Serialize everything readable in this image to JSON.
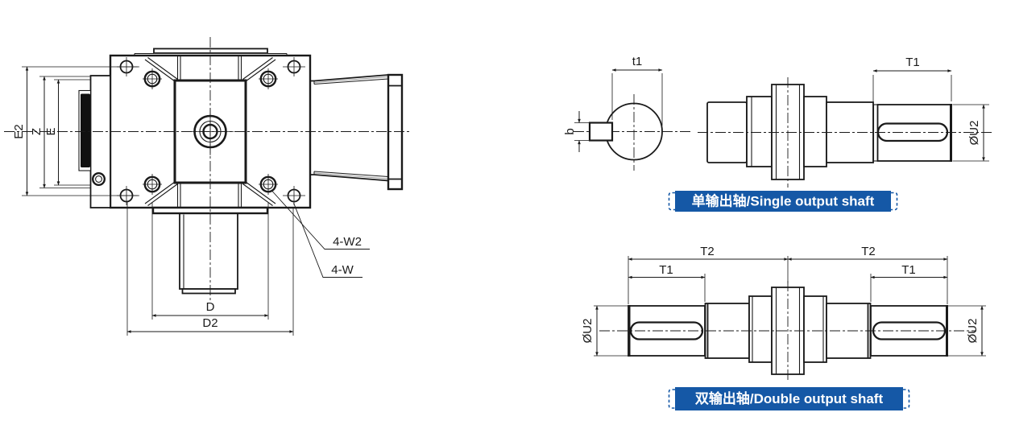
{
  "colors": {
    "accent_blue": "#1558a6",
    "line": "#1a1a1a"
  },
  "gearbox_view": {
    "dim_e2": "E2",
    "dim_z": "Z",
    "dim_e": "E",
    "dim_d": "D",
    "dim_d2": "D2",
    "label_4_w2": "4-W2",
    "label_4_w": "4-W"
  },
  "key_section": {
    "dim_t1": "t1",
    "dim_b": "b"
  },
  "single_shaft": {
    "dim_t1": "T1",
    "dim_u2": "ØU2",
    "caption": "单输出轴/Single output shaft"
  },
  "double_shaft": {
    "dim_t2_left": "T2",
    "dim_t2_right": "T2",
    "dim_t1_left": "T1",
    "dim_t1_right": "T1",
    "dim_u2_left": "ØU2",
    "dim_u2_right": "ØU2",
    "caption": "双输出轴/Double output shaft"
  }
}
